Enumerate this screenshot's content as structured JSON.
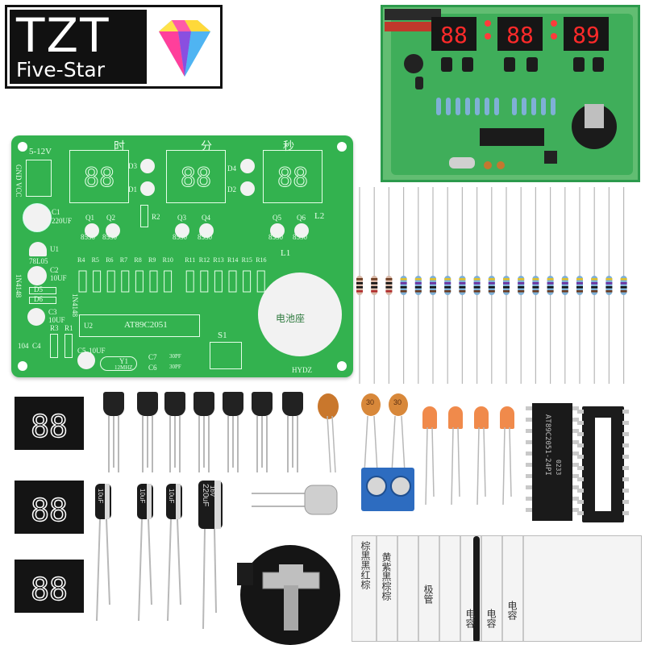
{
  "logo": {
    "brand": "TZT",
    "tagline": "Five-Star"
  },
  "board": {
    "label_hour": "时",
    "label_minute": "分",
    "label_second": "秒",
    "power": "5-12V",
    "gnd": "GND",
    "vcc": "VCC",
    "c1": "C1",
    "c1_value": "220UF",
    "q1": "Q1",
    "q2": "Q2",
    "q3": "Q3",
    "q4": "Q4",
    "q5": "Q5",
    "q6": "Q6",
    "transistor_value": "8550",
    "u1": "U1",
    "u1_value": "78L05",
    "c2": "C2",
    "c2_value": "10UF",
    "d5": "D5",
    "d6": "D6",
    "diode": "1N4148",
    "c3": "C3",
    "c3_value": "10UF",
    "r1": "R1",
    "r3": "R3",
    "c4": "C4",
    "c4_value": "104",
    "u2": "U2",
    "mcu": "AT89C2051",
    "c5": "C5",
    "c5_value": "10UF",
    "y1": "Y1",
    "crystal": "12MHZ",
    "c7": "C7",
    "c6": "C6",
    "pf": "30PF",
    "s1": "S1",
    "battery": "电池座",
    "brand": "HYDZ",
    "l1": "L1",
    "l2": "L2",
    "r2": "R2",
    "resistor_labels": [
      "R4",
      "R5",
      "R6",
      "R7",
      "R8",
      "R9",
      "R10",
      "R11",
      "R12",
      "R13",
      "R14",
      "R15",
      "R16"
    ],
    "d1": "D1",
    "d2": "D2",
    "d3": "D3",
    "d4": "D4"
  },
  "parts": {
    "cap_10uf": "10uF",
    "cap_220uf": "220uF",
    "cap_220uf_v": "16V",
    "ceramic": "30",
    "chip_text": "AT89C2051-24PI",
    "chip_code": "0233"
  },
  "label_strip": {
    "lines": [
      "棕黑黑红棕",
      "黄紫黑棕棕",
      "极管",
      "电容",
      "电容",
      "电容"
    ]
  },
  "colors": {
    "pcb": "#33b24f",
    "led": "#f08a4b",
    "resistor_body": "#7fb0d6"
  }
}
